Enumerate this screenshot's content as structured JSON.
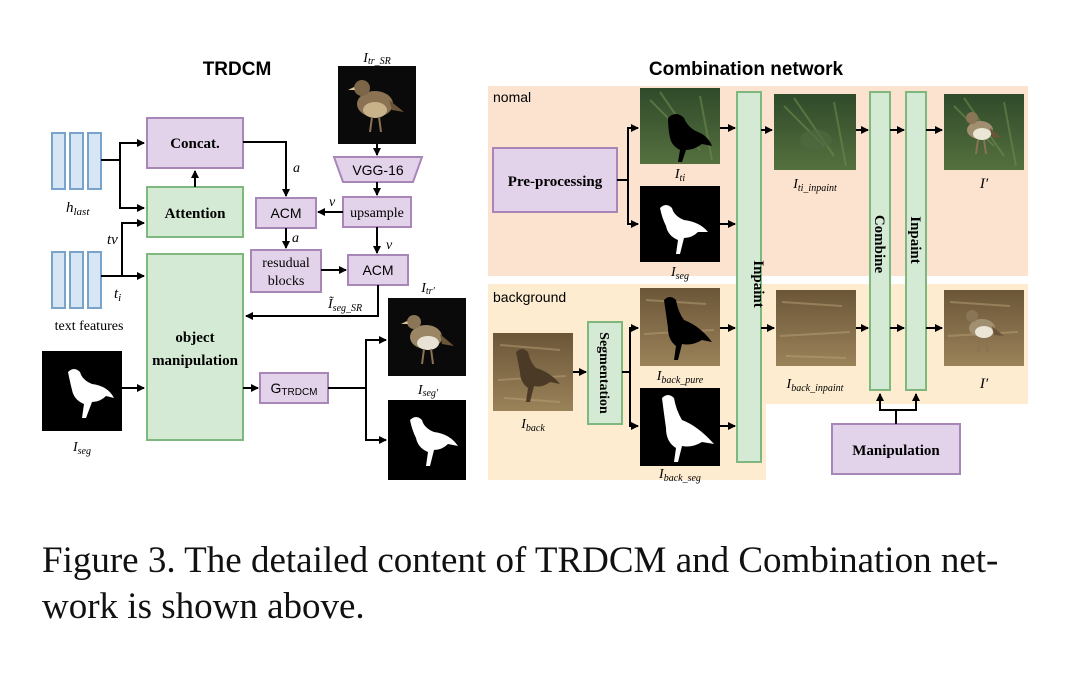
{
  "left": {
    "title": "TRDCM",
    "h_last": "h",
    "h_last_sub": "last",
    "tv": "tv",
    "ti": "t",
    "ti_sub": "i",
    "text_features": "text features",
    "concat": "Concat.",
    "attention": "Attention",
    "object_manipulation_1": "object",
    "object_manipulation_2": "manipulation",
    "acm_top": "ACM",
    "acm_bottom": "ACM",
    "upsample": "upsample",
    "vgg": "VGG-16",
    "resudual_1": "resudual",
    "resudual_2": "blocks",
    "gtrdcm": "G",
    "gtrdcm_sub": "TRDCM",
    "label_a1": "a",
    "label_a2": "a",
    "label_v1": "v",
    "label_v2": "v",
    "itr_sr": "I",
    "itr_sr_sub": "tr_SR",
    "iseg_sr": "I",
    "iseg_sr_sub": "seg_SR",
    "iseg": "I",
    "iseg_sub": "seg",
    "itr_prime": "I",
    "itr_prime_sub": "tr′",
    "iseg_prime": "I",
    "iseg_prime_sub": "seg′"
  },
  "right": {
    "title": "Combination network",
    "nomal": "nomal",
    "background": "background",
    "preprocessing": "Pre-processing",
    "segmentation": "Segmentation",
    "inpaint1": "Inpaint",
    "combine": "Combine",
    "inpaint2": "Inpaint",
    "manipulation": "Manipulation",
    "iti": "I",
    "iti_sub": "ti",
    "iseg": "I",
    "iseg_sub": "seg",
    "iti_inpaint": "I",
    "iti_inpaint_sub": "ti_inpaint",
    "iprime_top": "I′",
    "iback": "I",
    "iback_sub": "back",
    "iback_pure": "I",
    "iback_pure_sub": "back_pure",
    "iback_seg": "I",
    "iback_seg_sub": "back_seg",
    "iback_inpaint": "I",
    "iback_inpaint_sub": "back_inpaint",
    "iprime_bottom": "I′"
  },
  "caption": {
    "line1": "Figure 3. The detailed content of TRDCM and Combination net-",
    "line2": "work is shown above."
  },
  "colors": {
    "purple_fill": "#e3d3ea",
    "purple_stroke": "#a886b8",
    "green_fill": "#d5ead5",
    "green_stroke": "#7fb87f",
    "blue_fill": "#d6e6f5",
    "blue_stroke": "#7aa3cc",
    "orange_bg": "#fbe3cf",
    "yellow_bg": "#fdecd0"
  }
}
